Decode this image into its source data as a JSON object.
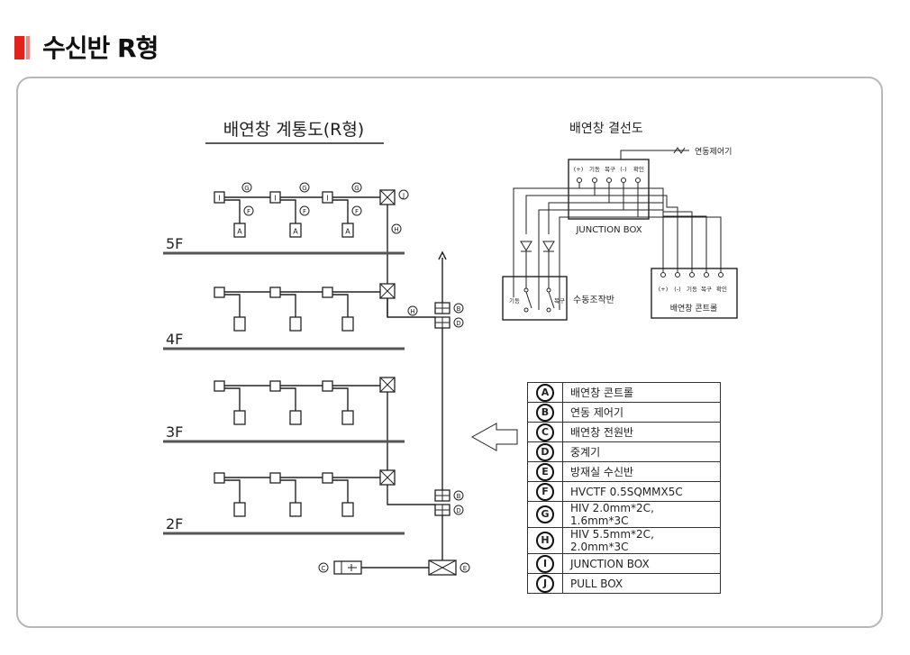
{
  "page_title": "수신반 R형",
  "system": {
    "title": "배연창 계통도(R형)",
    "floors": [
      "5F",
      "4F",
      "3F",
      "2F"
    ],
    "labels": {
      "G": "G",
      "F": "F",
      "A": "A",
      "I": "I",
      "J": "J",
      "H": "H",
      "B": "B",
      "D": "D",
      "C": "C",
      "E": "E"
    }
  },
  "wiring": {
    "title": "배연창 결선도",
    "interlock": "연동제어기",
    "terminals": [
      "(+)",
      "기동",
      "복구",
      "(-)",
      "확인"
    ],
    "terminals2": [
      "(+)",
      "(-)",
      "기동",
      "복구",
      "확인"
    ],
    "junction_box": "JUNCTION BOX",
    "manual_panel": "수동조작반",
    "manual_start": "기동",
    "manual_reset": "복구",
    "controller": "배연창 콘트롤"
  },
  "legend": [
    {
      "key": "A",
      "label": "배연창 콘트롤"
    },
    {
      "key": "B",
      "label": "연동 제어기"
    },
    {
      "key": "C",
      "label": "배연창 전원반"
    },
    {
      "key": "D",
      "label": "중계기"
    },
    {
      "key": "E",
      "label": "방재실 수신반"
    },
    {
      "key": "F",
      "label": "HVCTF 0.5SQMMX5C"
    },
    {
      "key": "G",
      "label": "HIV 2.0mm*2C,  1.6mm*3C"
    },
    {
      "key": "H",
      "label": "HIV 5.5mm*2C,  2.0mm*3C"
    },
    {
      "key": "I",
      "label": "JUNCTION BOX"
    },
    {
      "key": "J",
      "label": "PULL BOX"
    }
  ],
  "colors": {
    "accent": "#e1231c",
    "frame": "#b8b8b8"
  }
}
